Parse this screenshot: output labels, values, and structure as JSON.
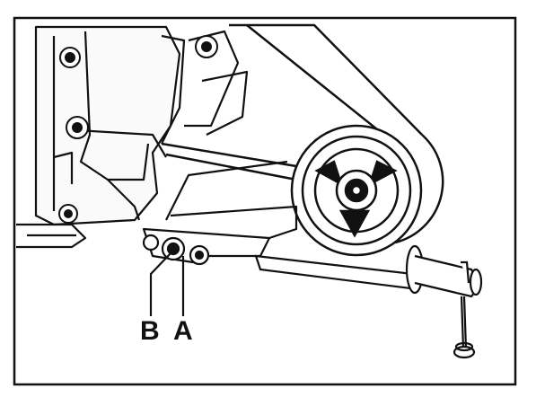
{
  "diagram": {
    "callouts": [
      {
        "id": "b",
        "text": "B"
      },
      {
        "id": "a",
        "text": "A"
      }
    ],
    "colors": {
      "ink": "#111111",
      "paper": "#ffffff"
    }
  }
}
